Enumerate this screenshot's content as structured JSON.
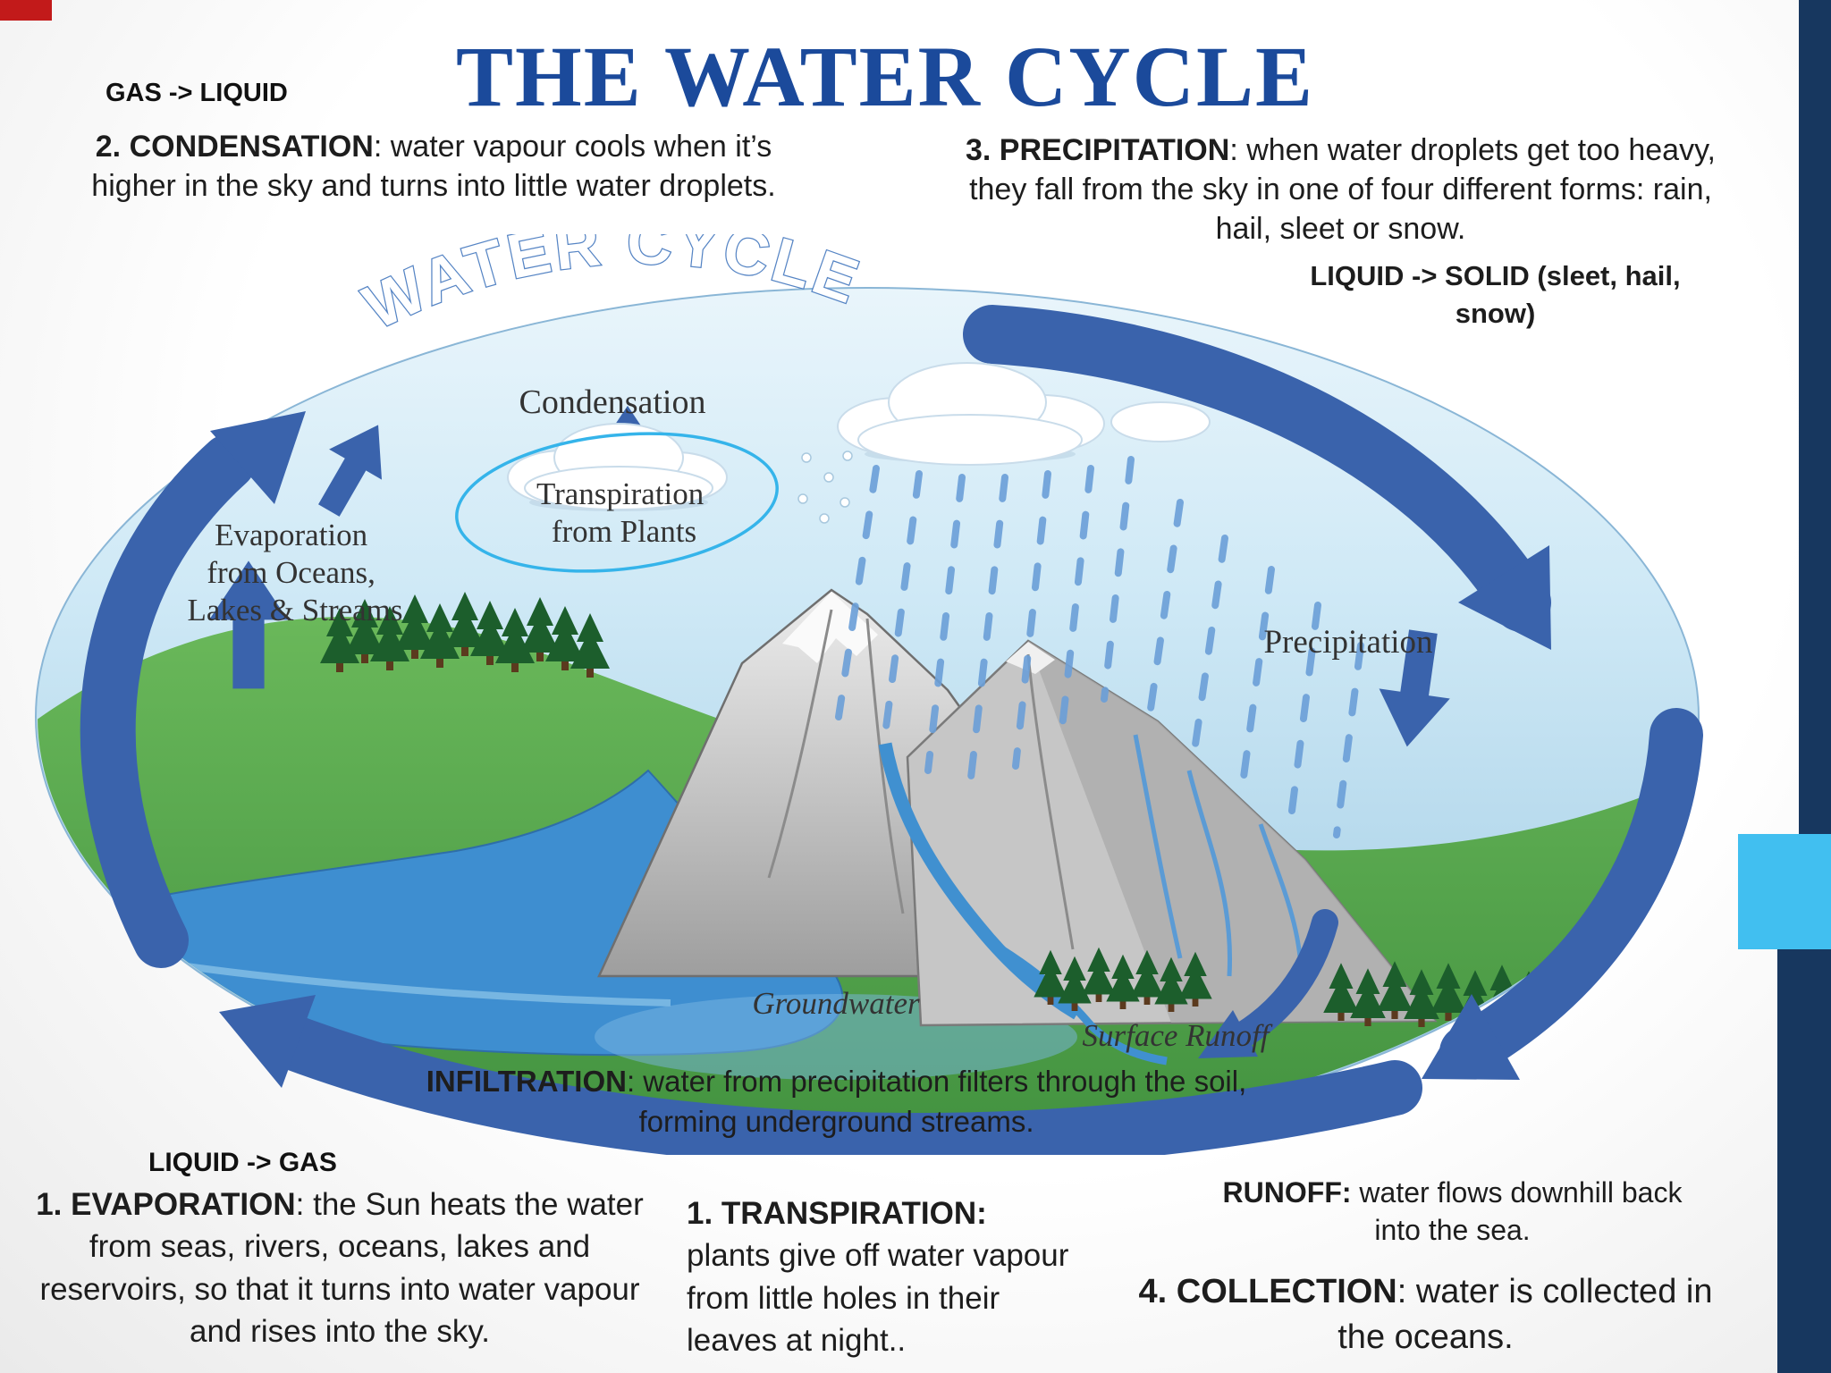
{
  "slide": {
    "title": "THE WATER CYCLE"
  },
  "state_changes": {
    "gas_to_liquid": "GAS -> LIQUID",
    "liquid_to_solid": "LIQUID -> SOLID (sleet, hail, snow)",
    "liquid_to_gas": "LIQUID -> GAS"
  },
  "blocks": {
    "condensation": {
      "bold": "2. CONDENSATION",
      "text": ": water vapour cools when it’s higher in the sky and turns into little water droplets."
    },
    "precipitation": {
      "bold": "3. PRECIPITATION",
      "text": ": when water droplets get too heavy, they fall from the sky in one of four different forms: rain, hail, sleet or snow."
    },
    "infiltration": {
      "bold": "INFILTRATION",
      "text": ": water from precipitation filters through the soil, forming underground streams."
    },
    "evaporation": {
      "bold": "1. EVAPORATION",
      "text": ": the Sun heats the water from seas, rivers, oceans, lakes and reservoirs, so that it turns into water vapour and rises into the sky."
    },
    "transpiration": {
      "bold": "1. TRANSPIRATION:",
      "text": "plants give off water vapour from little holes in their leaves at night.."
    },
    "runoff": {
      "bold": "RUNOFF:",
      "text": " water flows downhill back into the sea."
    },
    "collection": {
      "bold": "4. COLLECTION",
      "text": ": water is collected in the oceans."
    }
  },
  "diagram": {
    "arc_title": "WATER CYCLE",
    "condensation_label": "Condensation",
    "evaporation_label_lines": [
      "Evaporation",
      "from Oceans,",
      "Lakes & Streams"
    ],
    "transpiration_label_lines": [
      "Transpiration",
      "from Plants"
    ],
    "precipitation_label": "Precipitation",
    "groundwater_label": "Groundwater",
    "surface_runoff_label": "Surface Runoff"
  },
  "colors": {
    "title_blue": "#1b4a9b",
    "arrow_blue": "#3a63ac",
    "sky_blue": "#9cc9e2",
    "land_green": "#4d9e46",
    "water_blue": "#3e8ed0",
    "highlight_circle": "#35b4ea",
    "accent_red": "#c21a1a",
    "rail_navy": "#17375f",
    "rail_light_blue": "#41bff0"
  }
}
